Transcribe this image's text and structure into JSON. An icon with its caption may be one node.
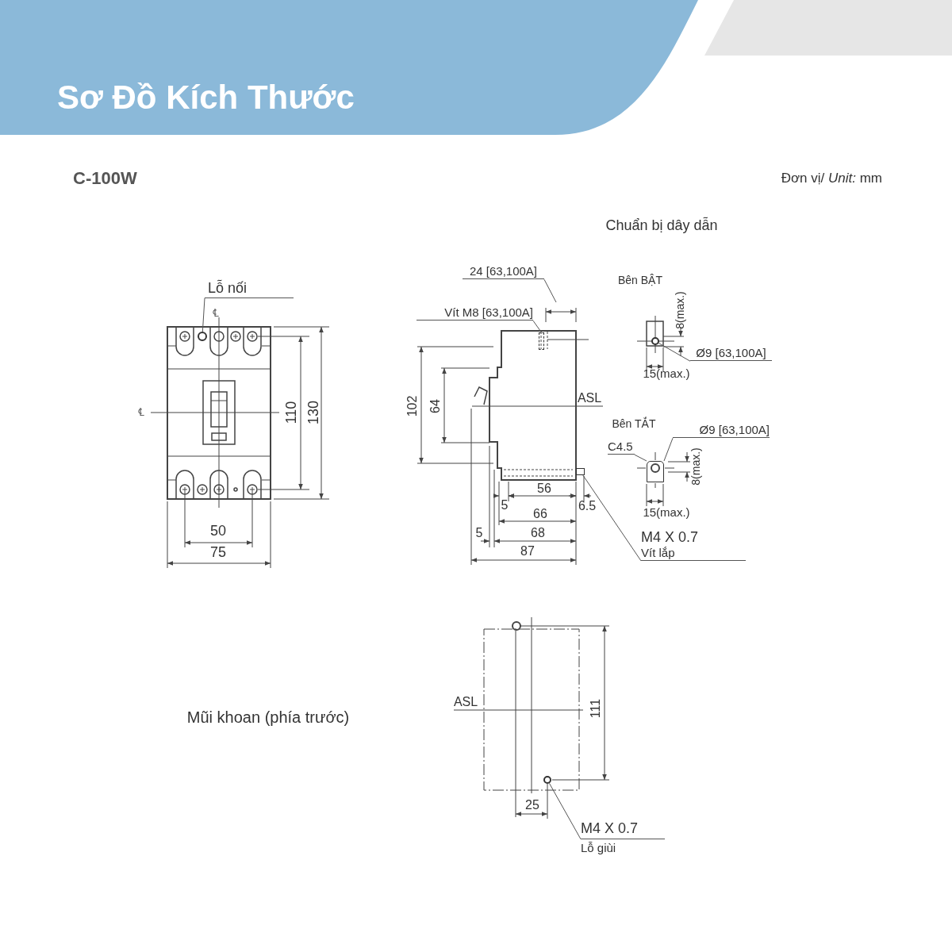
{
  "diagram": {
    "title": "Sơ Đồ Kích Thước",
    "nodes": [
      {
        "text": [
          "Lỗ nối"
        ]
      },
      {
        "text": [],
        "shape": "circle"
      },
      {
        "text": [
          "24 [63,100A]"
        ]
      },
      {
        "text": [
          "Vít M8 [63,100A]"
        ]
      },
      {
        "text": [],
        "shape": "box"
      },
      {
        "text": [
          "Ø9 [63,100A]"
        ]
      },
      {
        "text": [],
        "shape": "circle"
      },
      {
        "text": [
          "Ø9 [63,100A]"
        ]
      },
      {
        "text": [],
        "shape": "box"
      },
      {
        "text": [
          "C4.5"
        ]
      },
      {
        "text": [
          "M4 X 0.7",
          "Vít lắp"
        ]
      },
      {
        "text": [],
        "shape": "box"
      },
      {
        "text": [
          "M4 X 0.7",
          "Lỗ giùi"
        ]
      },
      {
        "text": [],
        "shape": "circle"
      }
    ],
    "edges": [
      {
        "from": 0,
        "to": 1,
        "arrow": "none"
      },
      {
        "from": 2,
        "to": null,
        "arrow": "none"
      },
      {
        "from": 3,
        "to": 4,
        "arrow": "none"
      },
      {
        "from": 5,
        "to": 6,
        "arrow": "none"
      },
      {
        "from": 7,
        "to": 8,
        "arrow": "none"
      },
      {
        "from": 9,
        "to": 8,
        "arrow": "none"
      },
      {
        "from": 10,
        "to": 11,
        "arrow": "none"
      },
      {
        "from": 12,
        "to": 13,
        "arrow": "none"
      }
    ],
    "labels": [
      "C-100W",
      "Đơn vị/ *Unit:* mm",
      "Chuẩn bị dây dẫn",
      "Bên BẬT",
      "8(max.)",
      "℄",
      "15(max.)",
      "℄",
      "110",
      "130",
      "102",
      "64",
      "ASL",
      "Bên TẮT",
      "8(max.)",
      "56",
      "5",
      "6.5",
      "66",
      "15(max.)",
      "50",
      "5",
      "68",
      "75",
      "87",
      "ASL",
      "111",
      "Mũi khoan (phía trước)",
      "25"
    ]
  }
}
